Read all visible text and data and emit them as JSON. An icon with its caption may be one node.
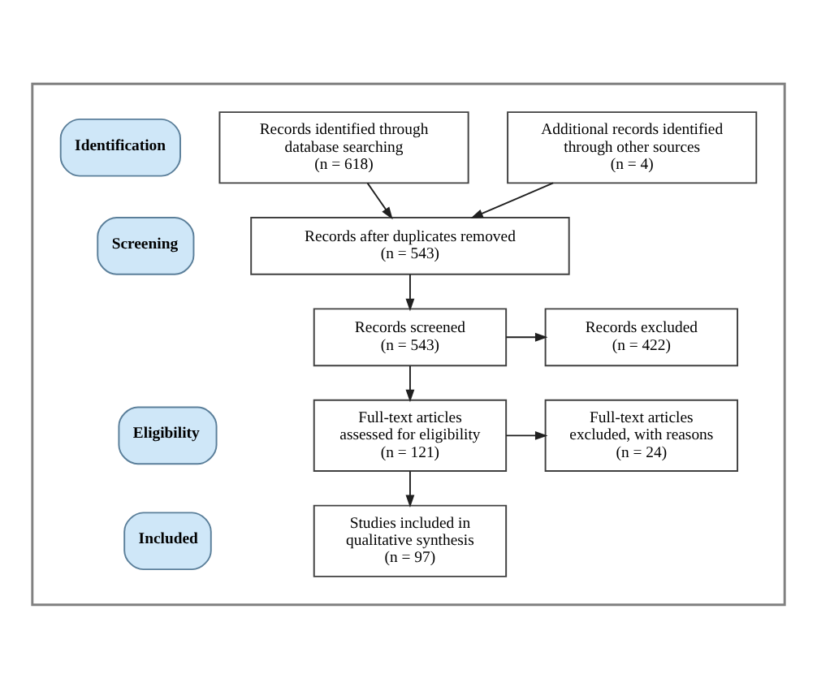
{
  "diagram": {
    "nodes": [
      {
        "text": [],
        "shape": "box"
      },
      {
        "text": [
          "Identification"
        ],
        "in": 0
      },
      {
        "text": [
          "Records identified through database searching",
          "(n = 618)"
        ],
        "in": 0
      },
      {
        "text": [
          "Additional records identified through other sources",
          "(n = 4)"
        ],
        "in": 0
      },
      {
        "text": [
          "Records after duplicates removed",
          "(n = 543)"
        ],
        "in": 0
      },
      {
        "text": [
          "Screening"
        ],
        "in": 0
      },
      {
        "text": [
          "Records screened",
          "(n = 543)"
        ],
        "in": 0
      },
      {
        "text": [
          "Records excluded",
          "(n = 422)"
        ],
        "in": 0
      },
      {
        "text": [
          "Eligibility"
        ],
        "in": 0
      },
      {
        "text": [
          "Full-text articles assessed for eligibility",
          "(n = 121)"
        ],
        "in": 0
      },
      {
        "text": [
          "Full-text articles excluded, with reasons",
          "(n = 24)"
        ],
        "in": 0
      },
      {
        "text": [
          "Included"
        ],
        "in": 0
      },
      {
        "text": [
          "Studies included in qualitative synthesis",
          "(n = 97)"
        ],
        "in": 0
      }
    ],
    "edges": [
      {
        "from": 2,
        "to": 4,
        "arrow": "to"
      },
      {
        "from": 3,
        "to": 4,
        "arrow": "to"
      },
      {
        "from": 4,
        "to": 6,
        "arrow": "to"
      },
      {
        "from": 6,
        "to": 7,
        "arrow": "to"
      },
      {
        "from": 6,
        "to": 9,
        "arrow": "to"
      },
      {
        "from": 9,
        "to": 10,
        "arrow": "to"
      },
      {
        "from": 9,
        "to": 12,
        "arrow": "to"
      }
    ]
  }
}
